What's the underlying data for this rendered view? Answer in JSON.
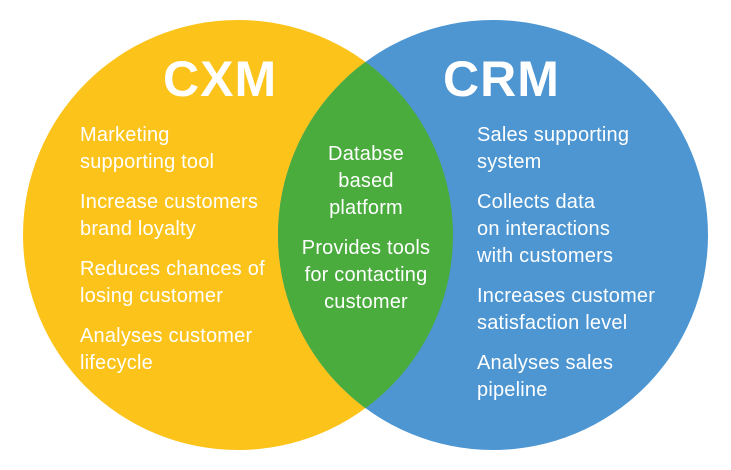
{
  "diagram": {
    "text_color": "#ffffff",
    "left": {
      "title": "CXM",
      "color": "#FCC31B",
      "items": [
        "Marketing\nsupporting tool",
        "Increase customers\nbrand loyalty",
        "Reduces chances of\nlosing customer",
        "Analyses customer\nlifecycle"
      ]
    },
    "right": {
      "title": "CRM",
      "color": "#4D96D2",
      "items": [
        "Sales supporting\nsystem",
        "Collects data\non interactions\nwith customers",
        "Increases customer\nsatisfaction level",
        "Analyses sales\npipeline"
      ]
    },
    "overlap": {
      "color": "#49AC3D",
      "items": [
        "Databse\nbased\nplatform",
        "Provides tools\nfor contacting\ncustomer"
      ]
    }
  }
}
